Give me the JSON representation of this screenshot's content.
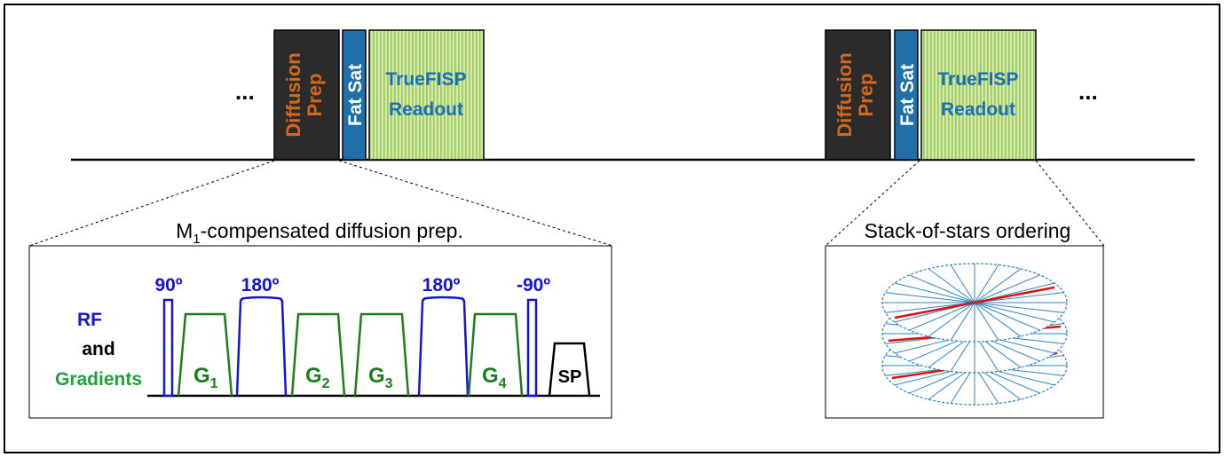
{
  "sequence": {
    "ellipsis_left": "...",
    "ellipsis_right": "...",
    "block_diffusion_prep": [
      "Diffusion",
      "Prep"
    ],
    "block_fat_sat": "Fat Sat",
    "block_readout": [
      "TrueFISP",
      "Readout"
    ],
    "colors": {
      "diffusion_block": "#2b2b2b",
      "diffusion_text": "#d2691e",
      "fatsat_block": "#1f6fa8",
      "readout_block": "#c5e09a",
      "readout_text": "#1a6fb8"
    }
  },
  "diffusion_panel": {
    "title_prefix": "M",
    "title_subscript": "1",
    "title_suffix": "-compensated diffusion prep.",
    "rf_label": "RF",
    "and_label": "and",
    "gradients_label": "Gradients",
    "pulse_90": "90º",
    "pulse_180_a": "180º",
    "pulse_180_b": "180º",
    "pulse_neg90": "-90º",
    "g_letter": "G",
    "g1_sub": "1",
    "g2_sub": "2",
    "g3_sub": "3",
    "g4_sub": "4",
    "spoiler": "SP",
    "colors": {
      "rf": "#1515d0",
      "gradient": "#1e7e1e",
      "gradient_label": "#22a03a"
    }
  },
  "stack_panel": {
    "title": "Stack-of-stars ordering",
    "colors": {
      "spoke": "#2e86c1",
      "highlight": "#e01010"
    }
  }
}
